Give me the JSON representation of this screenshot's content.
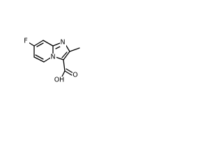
{
  "molecule": {
    "labels": {
      "fluorine": "F",
      "ring_nitrogen_top": "N",
      "ring_nitrogen_bridge": "N",
      "acid_oxygen": "O",
      "hydroxyl": "OH"
    }
  }
}
